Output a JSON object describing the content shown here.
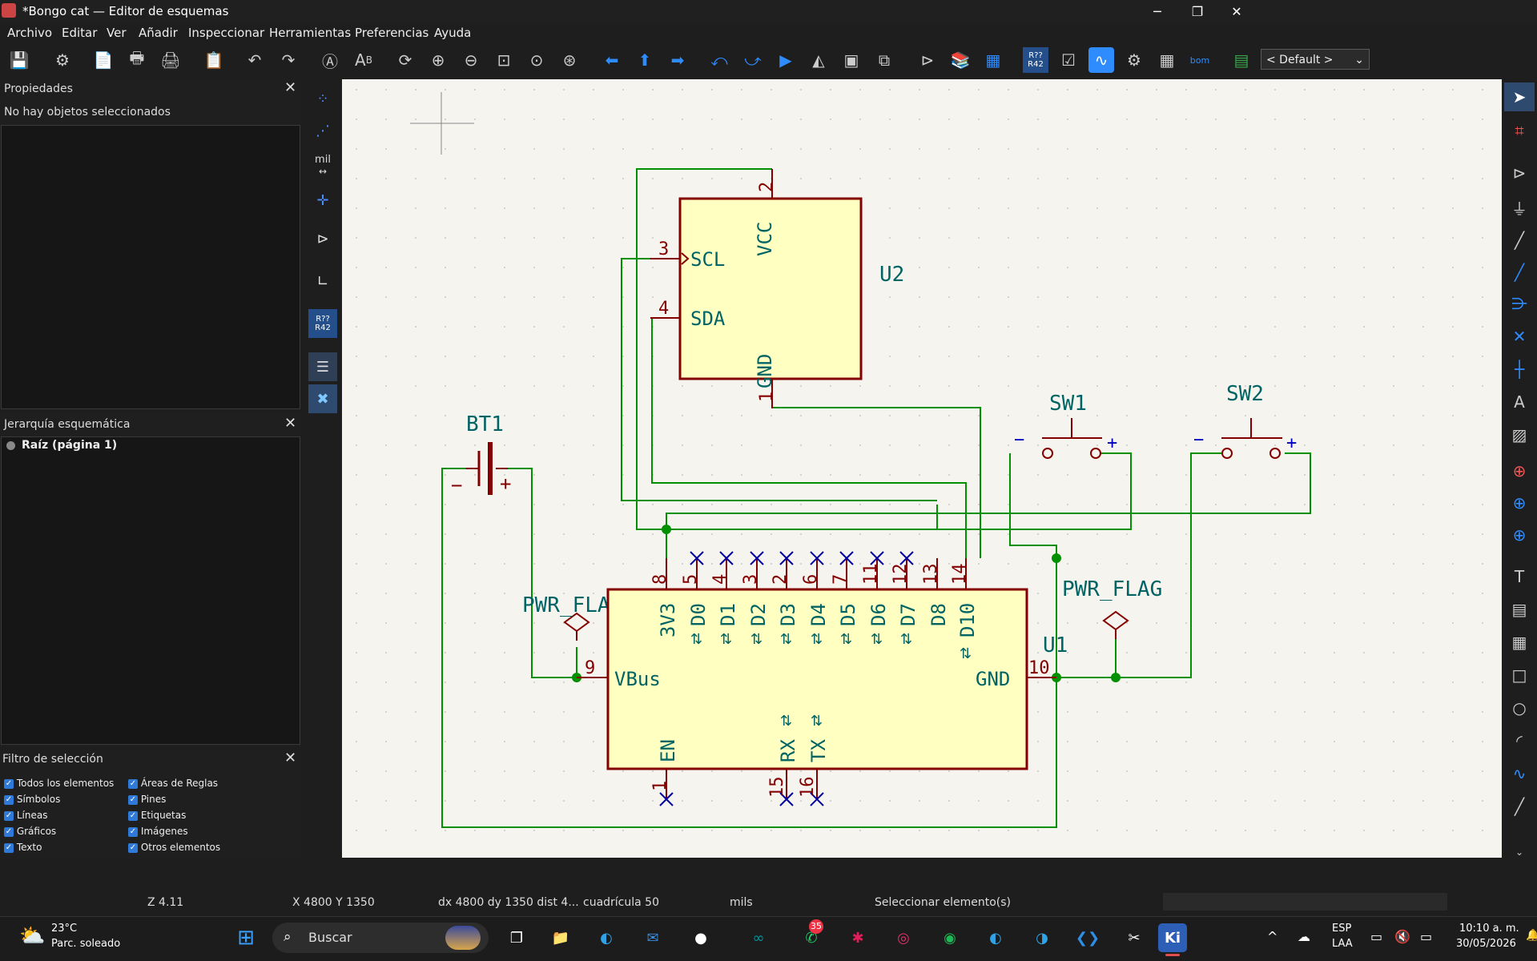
{
  "window": {
    "title": "*Bongo cat — Editor de esquemas",
    "controls": {
      "minimize": "─",
      "maximize": "❐",
      "close": "✕"
    }
  },
  "menu": [
    "Archivo",
    "Editar",
    "Ver",
    "Añadir",
    "Inspeccionar",
    "Herramientas",
    "Preferencias",
    "Ayuda"
  ],
  "toolbar": {
    "zoom_preset": "< Default >",
    "icons": [
      "save-icon",
      "schematic-setup-icon",
      "page-settings-icon",
      "print-icon",
      "plot-icon",
      "paste-icon",
      "undo-icon",
      "redo-icon",
      "find-icon",
      "find-replace-icon",
      "refresh-icon",
      "zoom-in-icon",
      "zoom-out-icon",
      "zoom-fit-icon",
      "zoom-objects-icon",
      "zoom-selection-icon",
      "navigate-back-icon",
      "navigate-up-icon",
      "navigate-forward-icon",
      "rotate-ccw-icon",
      "rotate-cw-icon",
      "mirror-v-icon",
      "mirror-h-icon",
      "group-icon",
      "ungroup-icon",
      "symbol-editor-icon",
      "symbol-browser-icon",
      "footprint-editor-icon",
      "annotate-icon",
      "erc-icon",
      "simulator-icon",
      "assign-footprints-icon",
      "bulk-edit-icon",
      "bom-icon",
      "pcb-editor-icon"
    ]
  },
  "properties_panel": {
    "title": "Propiedades",
    "empty_text": "No hay objetos seleccionados"
  },
  "hierarchy_panel": {
    "title": "Jerarquía esquemática",
    "root": "Raíz (página 1)"
  },
  "filter_panel": {
    "title": "Filtro de selección",
    "left": [
      "Todos los elementos",
      "Símbolos",
      "Líneas",
      "Gráficos",
      "Texto"
    ],
    "right": [
      "Áreas de Reglas",
      "Pines",
      "Etiquetas",
      "Imágenes",
      "Otros elementos"
    ]
  },
  "left_tools": {
    "units_label": "mil",
    "annotate_top": "R??",
    "annotate_bottom": "R42"
  },
  "schematic": {
    "u2": {
      "ref": "U2",
      "pins": {
        "vcc": "VCC",
        "scl": "SCL",
        "sda": "SDA",
        "gnd": "GND"
      },
      "pin_numbers": {
        "vcc": "2",
        "scl": "3",
        "sda": "4",
        "gnd": "1"
      }
    },
    "u1": {
      "ref": "U1",
      "pins": [
        "3V3",
        "D0",
        "D1",
        "D2",
        "D3",
        "D4",
        "D5",
        "D6",
        "D7",
        "D8",
        "D10"
      ],
      "pin_numbers": [
        "8",
        "5",
        "4",
        "3",
        "2",
        "6",
        "7",
        "11",
        "12",
        "13",
        "14"
      ],
      "vbus": "VBus",
      "vbus_num": "9",
      "gnd": "GND",
      "gnd_num": "10",
      "bottom": [
        "EN",
        "RX",
        "TX"
      ],
      "bottom_nums": [
        "1",
        "15",
        "16"
      ]
    },
    "bt1": {
      "ref": "BT1",
      "minus": "−",
      "plus": "+"
    },
    "sw1": {
      "ref": "SW1",
      "minus": "−",
      "plus": "+"
    },
    "sw2": {
      "ref": "SW2",
      "minus": "−",
      "plus": "+"
    },
    "pwr_flag_left": "PWR_FLAG",
    "pwr_flag_right": "PWR_FLAG"
  },
  "status": {
    "zoom": "Z 4.11",
    "cursor": "X 4800  Y 1350",
    "delta": "dx 4800  dy 1350  dist 4...",
    "grid": "cuadrícula 50",
    "units": "mils",
    "mode": "Seleccionar elemento(s)"
  },
  "taskbar": {
    "weather_temp": "23°C",
    "weather_desc": "Parc. soleado",
    "search_placeholder": "Buscar",
    "whatsapp_badge": "35",
    "lang_top": "ESP",
    "lang_bottom": "LAA",
    "time": "10:10 a. m.",
    "date": "30/05/2026"
  },
  "colors": {
    "wire": "#009000",
    "symbol_body": "#ffffc2",
    "symbol_outline": "#840000",
    "text_teal": "#006464",
    "no_connect": "#0000a0",
    "canvas": "#f5f4ef"
  }
}
